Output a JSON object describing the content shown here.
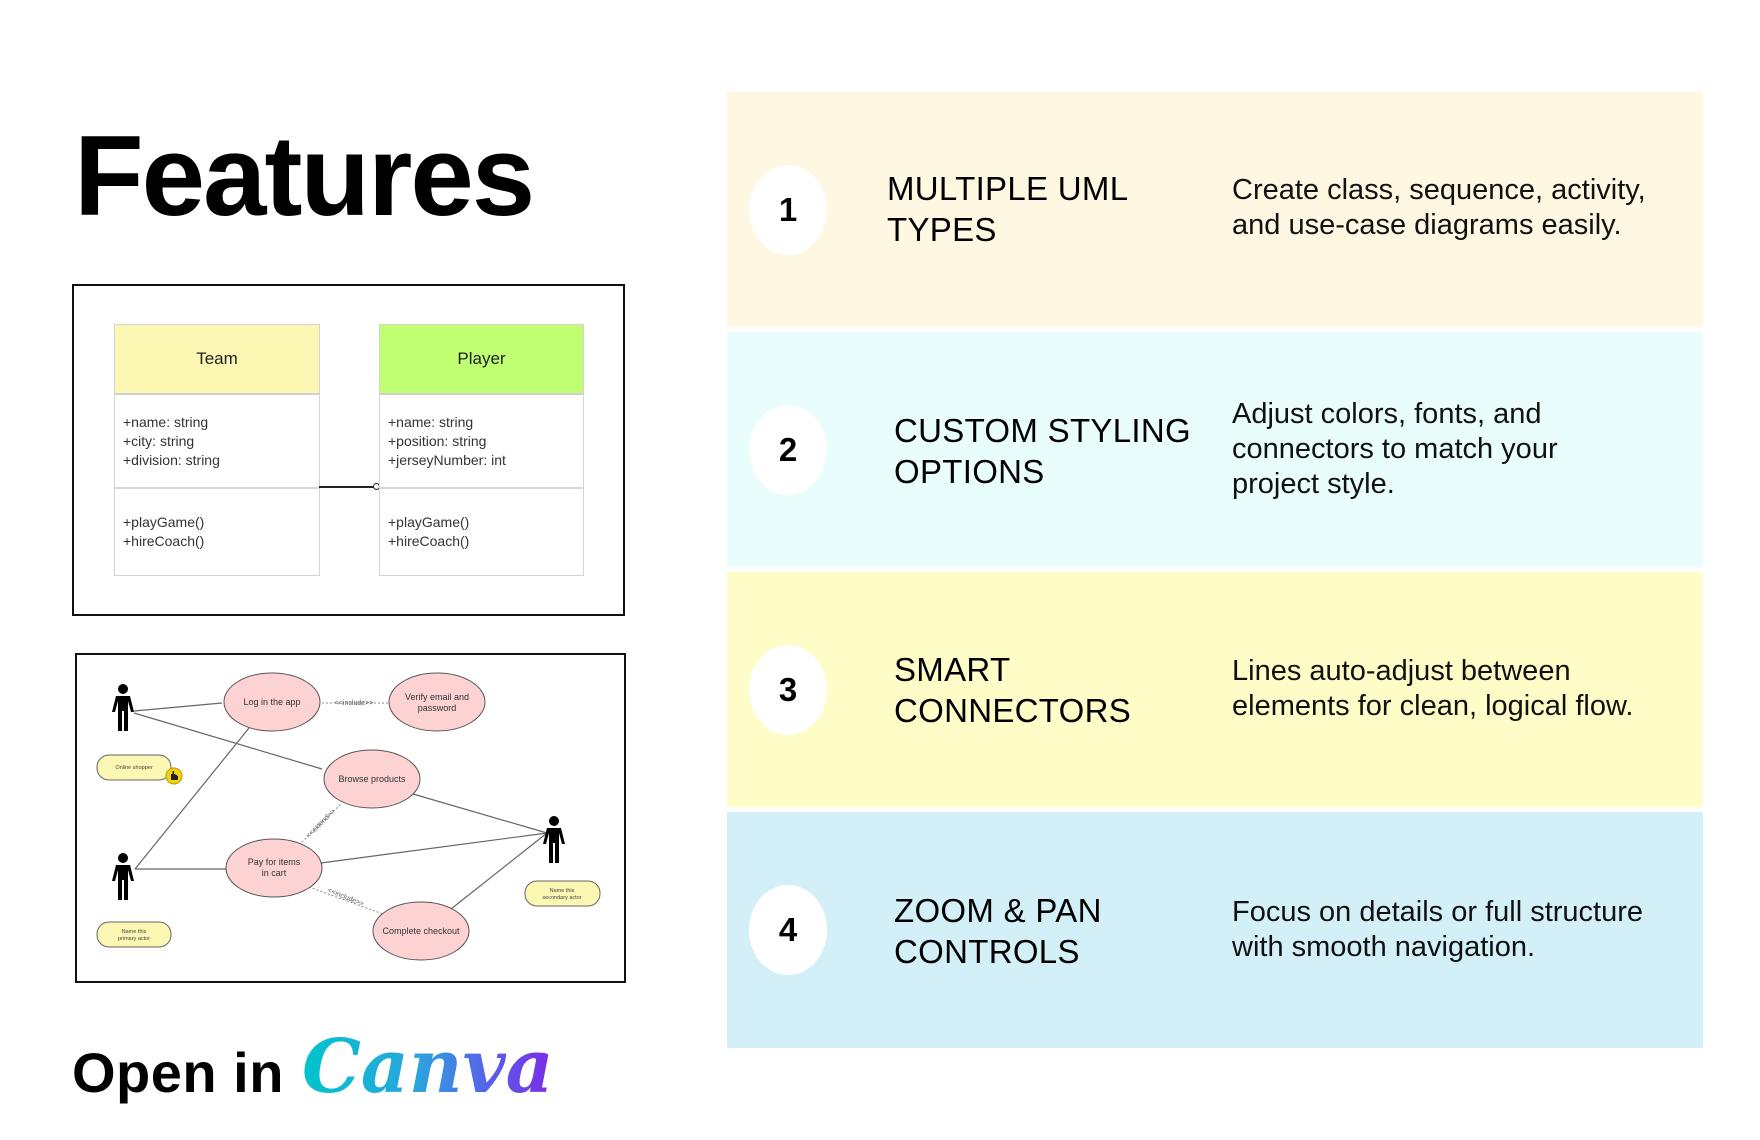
{
  "title": "Features",
  "class_diagram": {
    "classes": [
      {
        "name": "Team",
        "attributes": [
          "+name: string",
          "+city: string",
          "+division: string"
        ],
        "operations": [
          "+playGame()",
          "+hireCoach()"
        ],
        "header_color": "#fdf7b4"
      },
      {
        "name": "Player",
        "attributes": [
          "+name: string",
          "+position: string",
          "+jerseyNumber: int"
        ],
        "operations": [
          "+playGame()",
          "+hireCoach()"
        ],
        "header_color": "#c0fe72"
      }
    ]
  },
  "usecase_diagram": {
    "use_cases": [
      "Log in the app",
      "Verify email and",
      "password",
      "Browse products",
      "Pay for items",
      "in cart",
      "Complete checkout"
    ],
    "relations": [
      "<<include>>",
      "<<extend>>",
      "<<include>>"
    ],
    "actor_labels": [
      "Online shopper",
      "Name this",
      "primary actor",
      "Name this",
      "secondary actor"
    ],
    "use_case_color": "#fdd2d2",
    "actor_label_color": "#fdf7b4"
  },
  "cta": {
    "prefix": "Open in",
    "brand": "Canva"
  },
  "features": [
    {
      "number": "1",
      "title_lines": [
        "MULTIPLE UML",
        "TYPES"
      ],
      "desc_lines": [
        "Create class, sequence, activity,",
        "and use-case diagrams easily."
      ],
      "color": "#fef7e1"
    },
    {
      "number": "2",
      "title_lines": [
        "CUSTOM STYLING",
        "OPTIONS"
      ],
      "desc_lines": [
        "Adjust colors, fonts, and",
        "connectors to match your",
        "project style."
      ],
      "color": "#e9fdfd"
    },
    {
      "number": "3",
      "title_lines": [
        "SMART",
        "CONNECTORS"
      ],
      "desc_lines": [
        "Lines auto-adjust between",
        "elements for clean, logical flow."
      ],
      "color": "#fefdc8"
    },
    {
      "number": "4",
      "title_lines": [
        "ZOOM & PAN",
        "CONTROLS"
      ],
      "desc_lines": [
        "Focus on details or full structure",
        "with smooth navigation."
      ],
      "color": "#d3f0f9"
    }
  ]
}
